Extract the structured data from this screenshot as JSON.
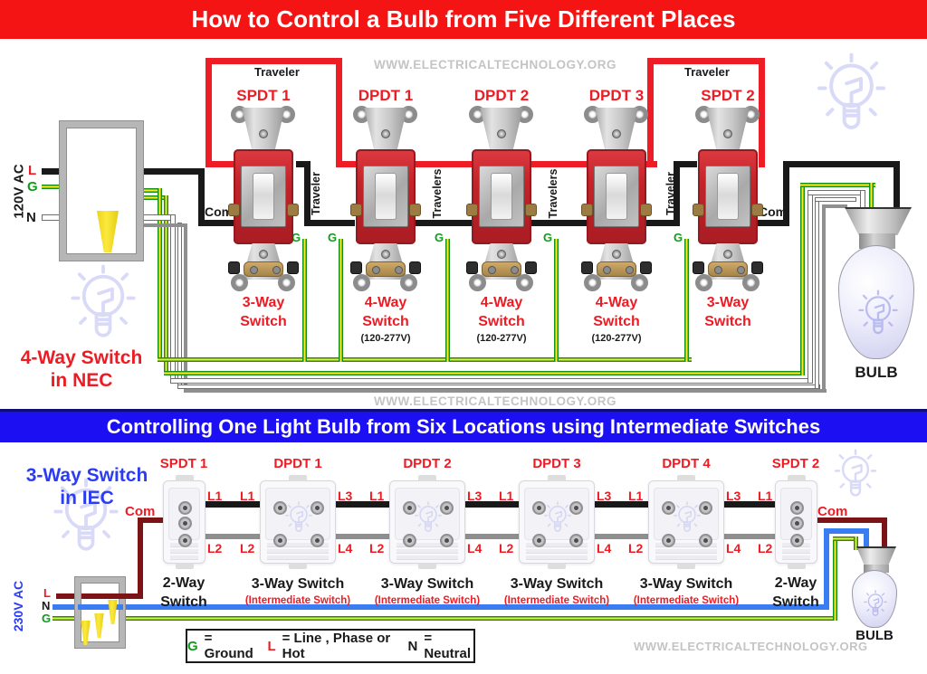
{
  "title_top": "How to Control a Bulb from Five Different Places",
  "title_mid": "Controlling One Light Bulb from Six Locations using Intermediate Switches",
  "watermark": "WWW.ELECTRICALTECHNOLOGY.ORG",
  "colors": {
    "banner_red": "#f41414",
    "banner_blue": "#1c10f2",
    "wire_red": "#ee1c24",
    "wire_maroon": "#7c1416",
    "wire_blue": "#3a7df2",
    "ground_green": "#14911f",
    "ground_yellow": "#ffe926",
    "label_red": "#ed1c24",
    "label_green": "#0f9c1c",
    "label_blue": "#2b3cf2"
  },
  "nec": {
    "source_voltage": "120V AC",
    "line_l": "L",
    "line_g": "G",
    "line_n": "N",
    "caption1": "4-Way Switch",
    "caption2": "in NEC",
    "traveler_left": "Traveler",
    "traveler_right": "Traveler",
    "com_left": "Com",
    "com_right": "Com",
    "ground": "G",
    "bulb": "BULB",
    "switches": [
      {
        "name": "SPDT 1",
        "line1": "3-Way",
        "line2": "Switch",
        "rating": ""
      },
      {
        "name": "DPDT 1",
        "line1": "4-Way",
        "line2": "Switch",
        "rating": "(120-277V)"
      },
      {
        "name": "DPDT 2",
        "line1": "4-Way",
        "line2": "Switch",
        "rating": "(120-277V)"
      },
      {
        "name": "DPDT 3",
        "line1": "4-Way",
        "line2": "Switch",
        "rating": "(120-277V)"
      },
      {
        "name": "SPDT 2",
        "line1": "3-Way",
        "line2": "Switch",
        "rating": ""
      }
    ],
    "travelers_rotated": [
      "Traveler",
      "Travelers",
      "Travelers",
      "Traveler"
    ]
  },
  "iec": {
    "source_voltage": "230V AC",
    "line_l": "L",
    "line_n": "N",
    "line_g": "G",
    "caption1": "3-Way Switch",
    "caption2": "in IEC",
    "com_left": "Com",
    "com_right": "Com",
    "bulb": "BULB",
    "modules": [
      {
        "name": "SPDT 1",
        "cap1": "2-Way",
        "cap2": "Switch",
        "sub": ""
      },
      {
        "name": "DPDT 1",
        "cap1": "3-Way Switch",
        "cap2": "",
        "sub": "(Intermediate Switch)"
      },
      {
        "name": "DPDT 2",
        "cap1": "3-Way Switch",
        "cap2": "",
        "sub": "(Intermediate Switch)"
      },
      {
        "name": "DPDT 3",
        "cap1": "3-Way Switch",
        "cap2": "",
        "sub": "(Intermediate Switch)"
      },
      {
        "name": "DPDT 4",
        "cap1": "3-Way Switch",
        "cap2": "",
        "sub": "(Intermediate Switch)"
      },
      {
        "name": "SPDT 2",
        "cap1": "2-Way",
        "cap2": "Switch",
        "sub": ""
      }
    ],
    "gaps": [
      {
        "tl": "L1",
        "tr": "L1",
        "bl": "L2",
        "br": "L2"
      },
      {
        "tl": "L3",
        "tr": "L1",
        "bl": "L4",
        "br": "L2"
      },
      {
        "tl": "L3",
        "tr": "L1",
        "bl": "L4",
        "br": "L2"
      },
      {
        "tl": "L3",
        "tr": "L1",
        "bl": "L4",
        "br": "L2"
      },
      {
        "tl": "L3",
        "tr": "L1",
        "bl": "L4",
        "br": "L2"
      }
    ]
  },
  "legend": {
    "g_sym": "G",
    "g_text": "= Ground",
    "l_sym": "L",
    "l_text": "= Line , Phase or Hot",
    "n_sym": "N",
    "n_text": "= Neutral"
  }
}
